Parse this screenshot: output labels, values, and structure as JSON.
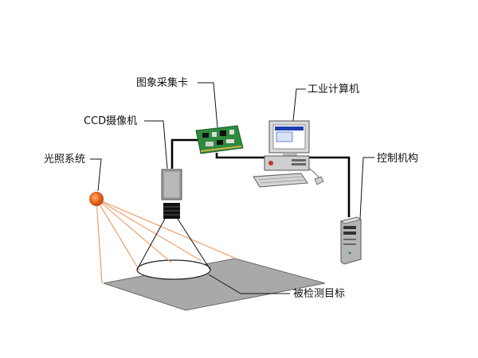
{
  "labels": {
    "capture_card": "图象采集卡",
    "industrial_pc": "工业计算机",
    "ccd_camera": "CCD摄像机",
    "control_unit": "控制机构",
    "lighting": "光照系统",
    "target": "被检测目标"
  },
  "colors": {
    "light_source": "#e8641e",
    "light_rays": "#f08a4b",
    "board": "#2e8b3d",
    "target_plane": "#a9a9a9",
    "cable": "#000000"
  },
  "icons": {
    "light_source": "orange-sphere",
    "camera": "ccd-camera",
    "card": "pcb-card",
    "computer": "desktop-pc",
    "tower": "server-tower"
  }
}
